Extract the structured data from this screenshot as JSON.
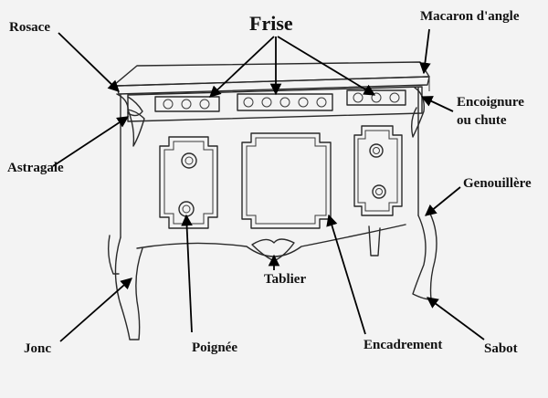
{
  "labels": {
    "frise": "Frise",
    "rosace": "Rosace",
    "macaron": "Macaron d'angle",
    "encoignure_line1": "Encoignure",
    "encoignure_line2": "ou chute",
    "astragale": "Astragale",
    "genouillere": "Genouillère",
    "tablier": "Tablier",
    "jonc": "Jonc",
    "poignee": "Poignée",
    "encadrement": "Encadrement",
    "sabot": "Sabot"
  },
  "colors": {
    "background": "#f3f3f3",
    "line": "#2a2a2a",
    "text": "#111111"
  }
}
